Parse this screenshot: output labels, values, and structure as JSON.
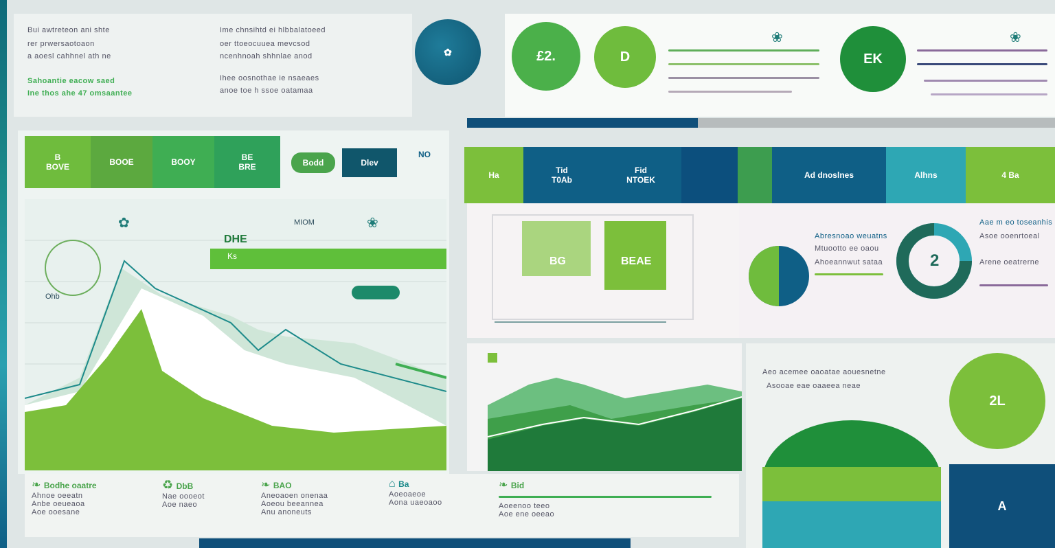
{
  "header_left": {
    "lines": [
      "Bui awtreteon ani shte",
      "rer prwersaotoaon",
      "a aoesl cahhnel ath ne"
    ],
    "green_lines": [
      "Sahoantie eacow saed",
      "Ine thos ahe 47 omsaantee"
    ]
  },
  "header_mid": {
    "lines": [
      "Ime chnsihtd ei hlbbalatoeed",
      "oer ttoeocuuea mevcsod",
      "ncenhnoah shhnlae anod",
      "Ihee oosnothae ie nsaeaes",
      "anoe toe h ssoe oatamaa"
    ]
  },
  "top_circles": [
    {
      "label": "£2.",
      "color": "#4bb04a"
    },
    {
      "label": "D",
      "color": "#6fbc3d"
    },
    {
      "label": "EK",
      "color": "#1f8f3a"
    }
  ],
  "left_tiles": [
    {
      "label": "B\nBOVE",
      "color": "#6fbc3d"
    },
    {
      "label": "BOOE",
      "color": "#5ca93f"
    },
    {
      "label": "BOOY",
      "color": "#3fae53"
    },
    {
      "label": "BE\nBRE",
      "color": "#2fa15a"
    }
  ],
  "left_badges": [
    {
      "label": "Bodd",
      "color": "#4aa44c"
    },
    {
      "label": "Dlev",
      "color": "#10566b"
    },
    {
      "label": "NO",
      "color": "#f3f6f5"
    }
  ],
  "left_chart_labels": {
    "top": "DHE",
    "mid": "Ks",
    "ann1": "MIOM",
    "ann2": "Ohb"
  },
  "right_tiles": [
    {
      "label": "Ha",
      "color": "#7cbf3b"
    },
    {
      "label": "Tid\nT0Ab",
      "color": "#0f5f86"
    },
    {
      "label": "Fid\nNTOEK",
      "color": "#0f5f86"
    },
    {
      "label": "",
      "color": "#0c4f7d"
    },
    {
      "label": "",
      "color": "#3d9d4f"
    },
    {
      "label": "Ad dnoslnes",
      "color": "#0f5f86"
    },
    {
      "label": "Alhns",
      "color": "#2ea7b4"
    },
    {
      "label": "4 Ba",
      "color": "#7cbf3b"
    }
  ],
  "center_box_labels": {
    "a": "BG",
    "b": "BEAE"
  },
  "donut_label": "2",
  "right_text_lines": [
    "Abresnoao weuatns",
    "Mtuootto ee oaou",
    "Ahoeannwut sataa",
    "Aae m eo toseanhis",
    "Asoe ooenrtoeal",
    "Arene oeatrerne"
  ],
  "bottom_items": [
    {
      "title": "Bodhe oaatre",
      "lines": [
        "Ahnoe oeeatn",
        "Anbe oeueaoa",
        "Aoe ooesane"
      ]
    },
    {
      "title": "DbB",
      "lines": [
        "Nae oooeot",
        "Aoe naeo"
      ]
    },
    {
      "title": "BAO",
      "lines": [
        "Aneoaoen onenaa",
        "Aoeou beeannea",
        "Anu anoneuts"
      ]
    },
    {
      "title": "Ba",
      "lines": [
        "Aoeoaeoe",
        "Aona uaeoaoo"
      ]
    },
    {
      "title": "Bid",
      "lines": [
        "Aoeenoo teeo",
        "Aoe ene oeeao"
      ]
    }
  ],
  "right_small_text": [
    "Aeo acemee oaoatae aouesnetne",
    "Asooae eae oaaeea neae"
  ],
  "big_circle_label": "2L",
  "bottom_right_box": {
    "label": "A",
    "color": "#0f4f7a"
  },
  "colors": {
    "green": "#6fbc3d",
    "dark_green": "#1f7a3a",
    "teal": "#1c8a8a",
    "navy": "#0f4f7a",
    "bg": "#dfe6e6"
  }
}
